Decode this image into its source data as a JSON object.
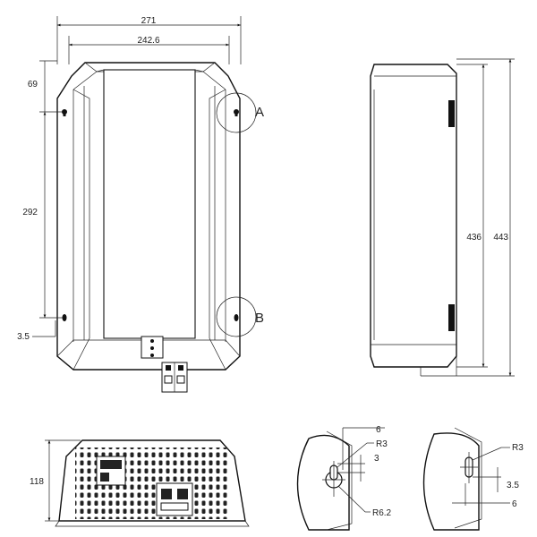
{
  "front_view": {
    "overall_width": "271",
    "inner_width": "242.6",
    "top_offset": "69",
    "hole_spacing": "292",
    "bottom_offset": "3.5",
    "detail_a_label": "A",
    "detail_b_label": "B"
  },
  "side_view": {
    "body_height": "436",
    "overall_height": "443"
  },
  "bottom_view": {
    "height": "118"
  },
  "detail_a": {
    "width": "6",
    "top_radius": "R3",
    "slot_width": "3",
    "bottom_radius": "R6.2"
  },
  "detail_b": {
    "radius": "R3",
    "offset": "3.5",
    "width": "6"
  }
}
